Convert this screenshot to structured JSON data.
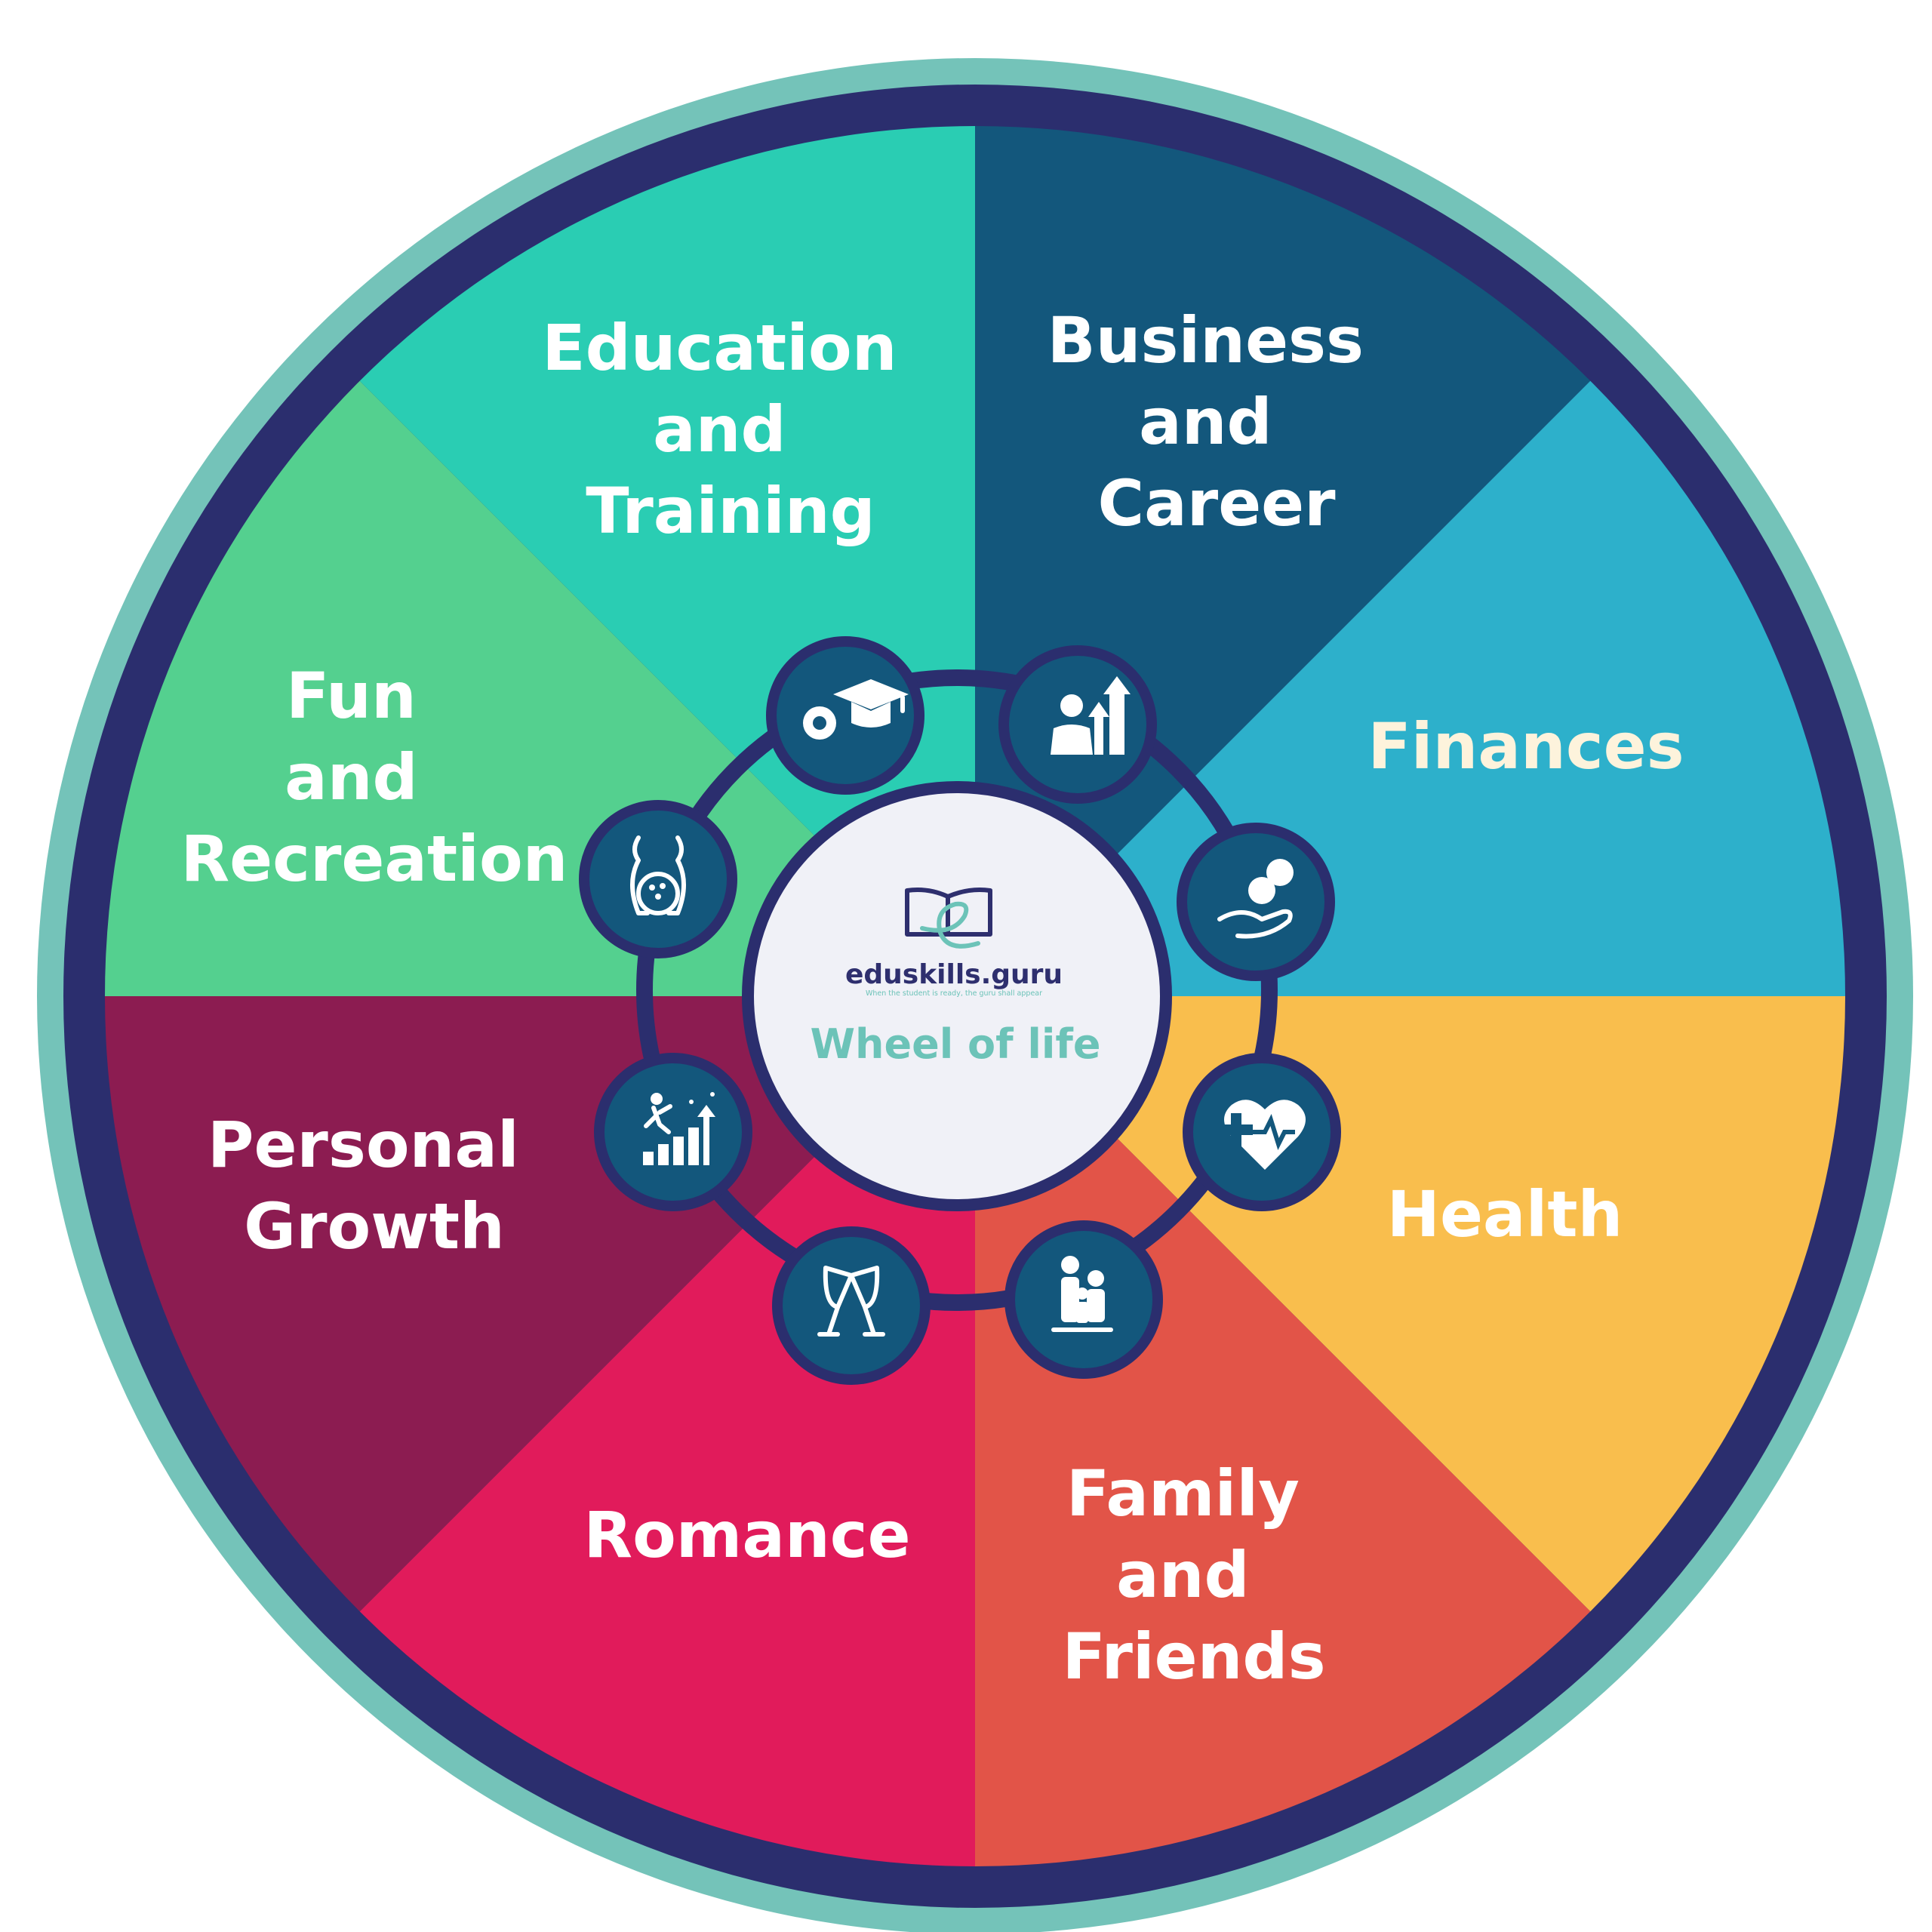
{
  "segments": [
    {
      "id": "education",
      "lines": [
        "Education",
        "and",
        "Training"
      ],
      "color": "#13577c",
      "icon": "graduation-cap-gear-icon"
    },
    {
      "id": "business",
      "lines": [
        "Business",
        "and",
        "Career"
      ],
      "color": "#2db0cb",
      "icon": "businessman-growth-icon"
    },
    {
      "id": "finances",
      "lines": [
        "Finances"
      ],
      "color": "#f9be4d",
      "icon": "money-hand-icon"
    },
    {
      "id": "health",
      "lines": [
        "Health"
      ],
      "color": "#e25448",
      "icon": "heart-medical-icon"
    },
    {
      "id": "family",
      "lines": [
        "Family",
        "and",
        "Friends"
      ],
      "color": "#e11b5b",
      "icon": "family-icon"
    },
    {
      "id": "romance",
      "lines": [
        "Romance"
      ],
      "color": "#8c1c51",
      "icon": "champagne-toast-icon"
    },
    {
      "id": "personal",
      "lines": [
        "Personal",
        "Growth"
      ],
      "color": "#54d08f",
      "icon": "stairs-growth-icon"
    },
    {
      "id": "fun",
      "lines": [
        "Fun",
        "and",
        "Recreation"
      ],
      "color": "#2acdb3",
      "icon": "bowling-icon"
    }
  ],
  "center": {
    "brand": "eduskills.guru",
    "tagline": "When the student is ready, the guru shall appear",
    "title": "Wheel of life"
  },
  "colors": {
    "outer_ring": "#74c3b9",
    "border_ring": "#2b2e6e",
    "icon_bg": "#13577c",
    "center_bg": "#f0f1f7",
    "accent": "#6cc3b8"
  }
}
